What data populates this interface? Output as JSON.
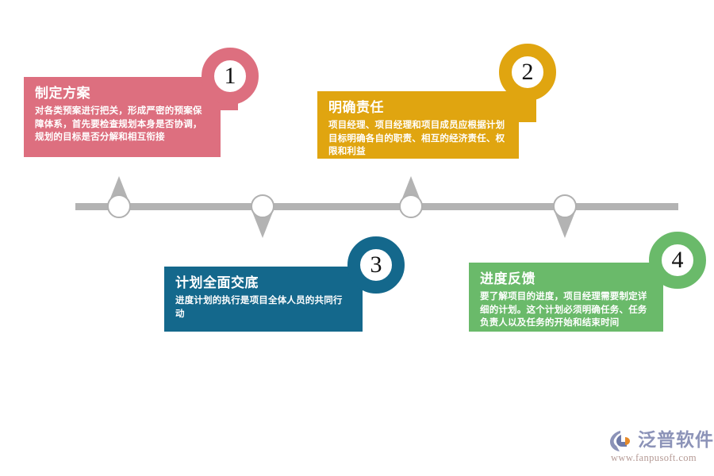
{
  "diagram": {
    "type": "timeline-process",
    "steps": [
      {
        "number": "1",
        "title": "制定方案",
        "body": "对各类预案进行把关，形成严密的预案保障体系，首先要检查规划本身是否协调，规划的目标是否分解和相互衔接",
        "color": "#dd6f7f",
        "position": "above"
      },
      {
        "number": "2",
        "title": "明确责任",
        "body": "项目经理、项目经理和项目成员应根据计划目标明确各自的职责、相互的经济责任、权限和利益",
        "color": "#e0a510",
        "position": "above"
      },
      {
        "number": "3",
        "title": "计划全面交底",
        "body": "进度计划的执行是项目全体人员的共同行动",
        "color": "#14688c",
        "position": "below"
      },
      {
        "number": "4",
        "title": "进度反馈",
        "body": "要了解项目的进度，项目经理需要制定详细的计划。这个计划必须明确任务、任务负责人以及任务的开始和结束时间",
        "color": "#6aba6a",
        "position": "below"
      }
    ],
    "axis": {
      "color": "#b3b3b3",
      "node_fill": "#ffffff",
      "node_stroke": "#b0b0b0",
      "markers": [
        {
          "arrow": "up"
        },
        {
          "arrow": "down"
        },
        {
          "arrow": "up"
        },
        {
          "arrow": "down"
        }
      ]
    }
  },
  "logo": {
    "name": "泛普软件",
    "url": "www.fanpusoft.com",
    "text_color": "#8c93b8",
    "url_color": "#b59a95",
    "accent_color": "#e58a2a"
  }
}
